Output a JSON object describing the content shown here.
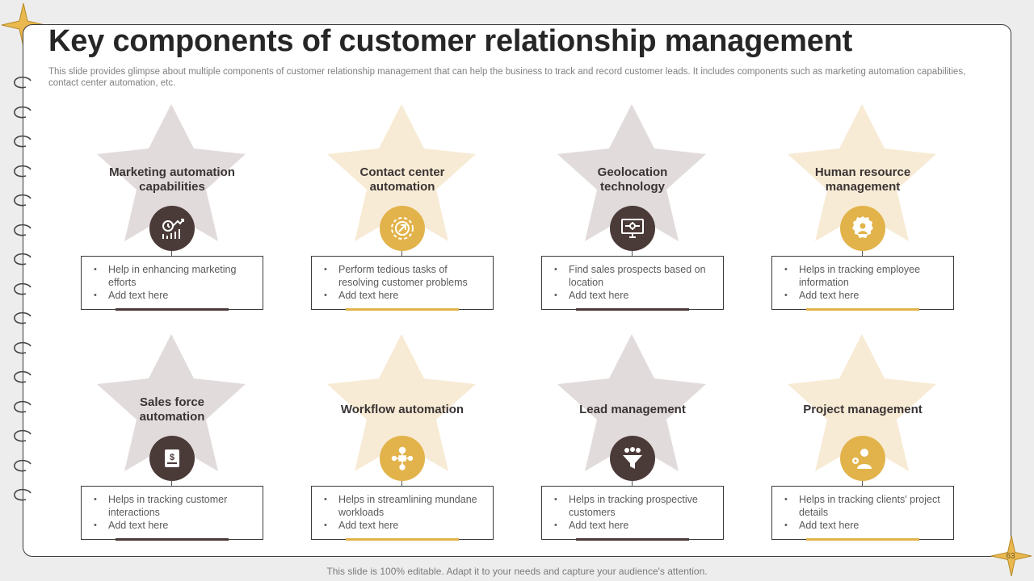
{
  "title": "Key components of customer relationship management",
  "subtitle": "This slide provides glimpse about multiple components of customer relationship management that can help the business to track and record customer leads. It includes components such as marketing automation capabilities, contact center automation, etc.",
  "colors": {
    "star_dark": "#e2dbdb",
    "star_light": "#f8ebd5",
    "circle_dark": "#4a3a38",
    "circle_gold": "#e2b34a",
    "accent_dark": "#4a3a38",
    "accent_gold": "#e2b34a",
    "corner_star": "#e9b84e"
  },
  "cards": [
    {
      "label": "Marketing automation capabilities",
      "icon": "marketing-chart-icon",
      "bullets": [
        "Help in enhancing marketing efforts",
        "Add text here"
      ]
    },
    {
      "label": "Contact center automation",
      "icon": "settings-gear-icon",
      "bullets": [
        "Perform tedious tasks of resolving customer problems",
        "Add text here"
      ]
    },
    {
      "label": "Geolocation technology",
      "icon": "monitor-location-icon",
      "bullets": [
        "Find sales prospects based on location",
        "Add text here"
      ]
    },
    {
      "label": "Human resource management",
      "icon": "team-gear-icon",
      "bullets": [
        "Helps in tracking employee information",
        "Add text here"
      ]
    },
    {
      "label": "Sales force automation",
      "icon": "sales-document-icon",
      "bullets": [
        "Helps in tracking customer interactions",
        "Add text here"
      ]
    },
    {
      "label": "Workflow automation",
      "icon": "workflow-icon",
      "bullets": [
        "Helps in streamlining mundane workloads",
        "Add text here"
      ]
    },
    {
      "label": "Lead management",
      "icon": "lead-funnel-icon",
      "bullets": [
        "Helps in tracking prospective customers",
        "Add text here"
      ]
    },
    {
      "label": "Project management",
      "icon": "project-manager-icon",
      "bullets": [
        "Helps in tracking clients' project details",
        "Add text here"
      ]
    }
  ],
  "footer": "This slide is 100% editable. Adapt it to your needs and capture your audience's attention.",
  "page_number": "63"
}
